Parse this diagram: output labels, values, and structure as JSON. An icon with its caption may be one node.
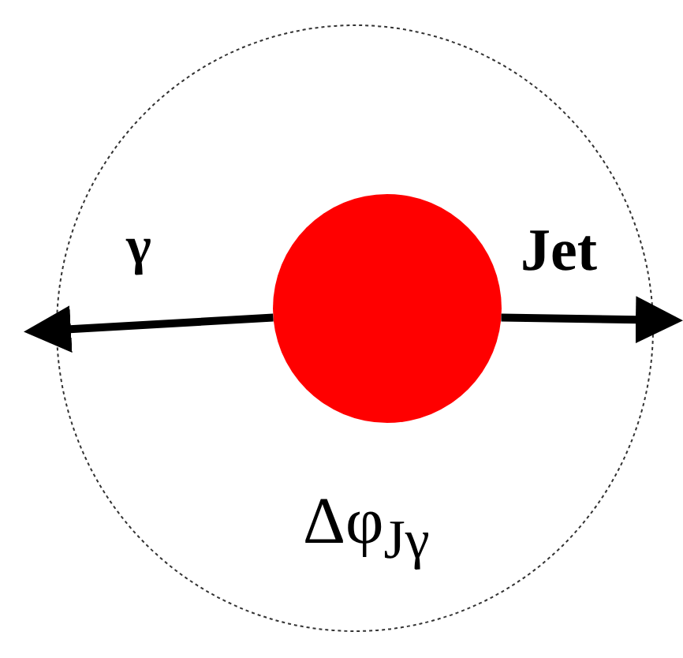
{
  "diagram": {
    "nodes": [
      {
        "text": [],
        "shape": "circle"
      },
      {
        "text": [],
        "shape": "circle",
        "in": 0
      }
    ],
    "edges": [
      {
        "from": 1,
        "to": null,
        "arrow": "to",
        "label": "γ"
      },
      {
        "from": 1,
        "to": null,
        "arrow": "to",
        "label": "Jet"
      }
    ],
    "labels": [
      "Δφ$_{Jγ}$"
    ]
  }
}
